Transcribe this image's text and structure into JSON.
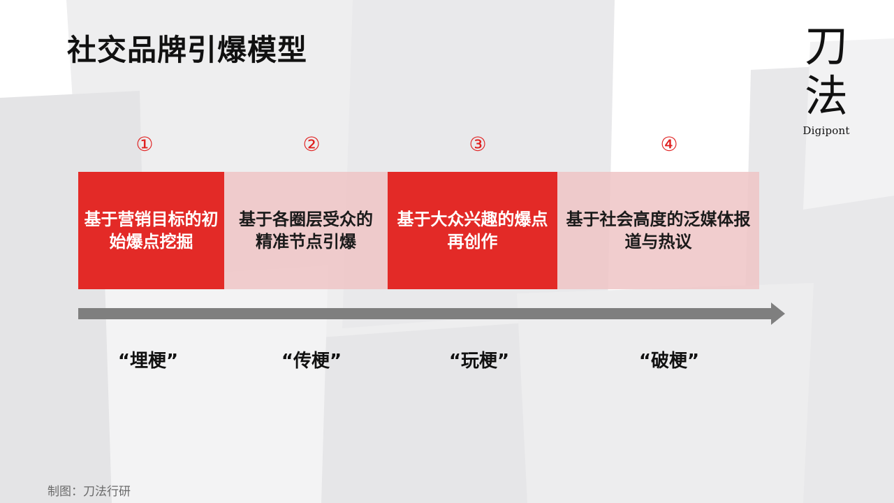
{
  "title": "社交品牌引爆模型",
  "logo": {
    "line1": "刀",
    "line2": "法",
    "latin": "Digipont"
  },
  "stages": [
    {
      "number": "①",
      "text": "基于营销目标的初始爆点挖掘",
      "label": "“埋梗”",
      "style": "dark"
    },
    {
      "number": "②",
      "text": "基于各圈层受众的精准节点引爆",
      "label": "“传梗”",
      "style": "light"
    },
    {
      "number": "③",
      "text": "基于大众兴趣的爆点再创作",
      "label": "“玩梗”",
      "style": "dark"
    },
    {
      "number": "④",
      "text": "基于社会高度的泛媒体报道与热议",
      "label": "“破梗”",
      "style": "light"
    }
  ],
  "colors": {
    "accent": "#e32a27",
    "light_block": "#efc4c6",
    "arrow": "#7f7f7f"
  },
  "source": "制图：刀法行研"
}
